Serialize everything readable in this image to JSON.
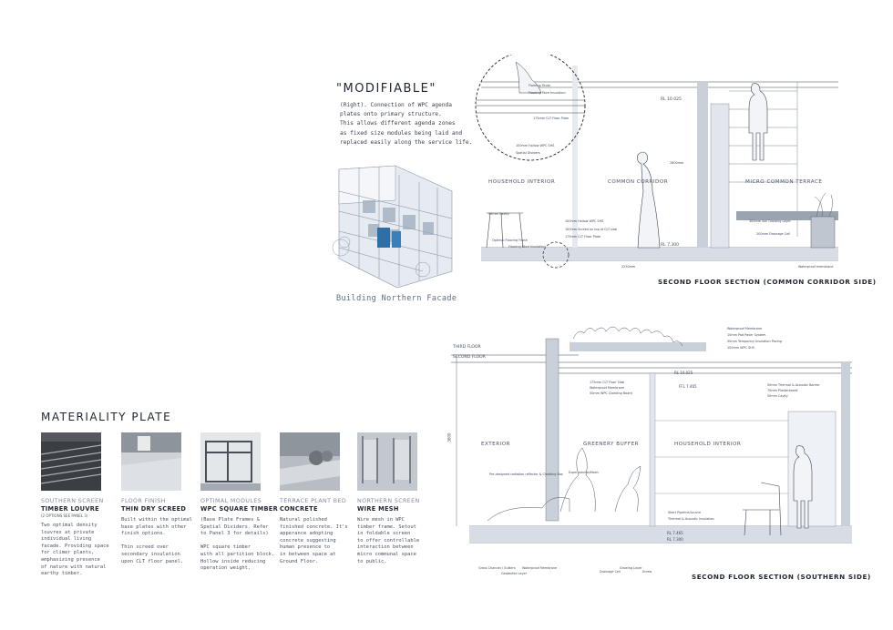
{
  "modifiable": {
    "title": "\"MODIFIABLE\"",
    "lines": [
      "(Right). Connection of WPC agenda",
      "plates onto primary structure.",
      "This allows different agenda zones",
      "as fixed size modules being laid and",
      "replaced easily along the service life."
    ]
  },
  "facade_caption": "Building Northern Facade",
  "corridor_section": {
    "title": "SECOND FLOOR SECTION  (COMMON CORRIDOR SIDE)",
    "zones": [
      "HOUSEHOLD INTERIOR",
      "COMMON CORRIDOR",
      "MICRO COMMON TERRACE"
    ],
    "levels": [
      "RL 10.025",
      "RL 7.300"
    ],
    "dims": [
      "2800mm",
      "2250mm"
    ],
    "notes": [
      "100mm Hollow WPC SHS",
      "100mm Screed on top of CLT slab",
      "175mm CLT Floor Plate",
      "Optimal Flooring Finish",
      "Flooring Fibre Insulation",
      "300mm Soil Growing Layer",
      "200mm Drainage Cell",
      "Waterproof membrane",
      "Flooring Finish",
      "Flooring Fibre Insulation",
      "175mm CLT Floor Plate",
      "Spatial Dividers",
      "100mm Hollow WPC SHS",
      "50mm Cavity"
    ]
  },
  "southern_section": {
    "title": "SECOND FLOOR SECTION  (SOUTHERN SIDE)",
    "zones": [
      "EXTERIOR",
      "GREENERY BUFFER",
      "HOUSEHOLD INTERIOR"
    ],
    "floors": [
      "THIRD FLOOR",
      "SECOND FLOOR"
    ],
    "levels": [
      "RL 10.025",
      "FFL 7.465",
      "RL 7.465",
      "RL 7.300"
    ],
    "dim": "3600",
    "notes": [
      "Waterproof Membrane",
      "10mm Pad Paver System",
      "50mm Temporary Insulation Paving",
      "100mm WPC SHS",
      "175mm CLT Floor Slab",
      "Waterproof Membrane",
      "50mm WPC Cladding Board",
      "Pre-designed radiation reflector & Cladding Box",
      "Experimental/Mesh",
      "Short Pipeline/Louvre",
      "Thermal & Acoustic Insulation",
      "50mm Thermal & Acoustic Barrier",
      "70mm Plasterboard",
      "50mm Cavity",
      "Grass Channel / Gutters",
      "Waterproof Membrane",
      "Drainage Cell",
      "Growing Layer",
      "Geotextile Layer",
      "Screw"
    ]
  },
  "materiality": {
    "title": "MATERIALITY PLATE",
    "items": [
      {
        "category": "SOUTHERN SCREEN",
        "name": "TIMBER LOUVRE",
        "note": "(2 OPTIONS SEE PANEL 3)",
        "desc": [
          "Two optimal density",
          "louvres at private",
          "individual living",
          "facade. Providing space",
          "for climer plants,",
          "emphasizing presence",
          "of nature with natural",
          "earthy timber."
        ]
      },
      {
        "category": "FLOOR FINISH",
        "name": "THIN DRY SCREED",
        "note": "",
        "desc": [
          "Built within the optimal",
          "base plates with other",
          "finish options.",
          "",
          "Thin screed over",
          "secondary insulation",
          "upon CLT floor panel."
        ]
      },
      {
        "category": "OPTIMAL MODULES",
        "name": "WPC SQUARE TIMBER",
        "note": "",
        "desc": [
          "(Base Plate Frames &",
          "Spatial Dividers. Refer",
          "to Panel 3 for details)",
          "",
          "WPC square timber",
          "with all partition block.",
          "Hollow inside reducing",
          "operation weight."
        ]
      },
      {
        "category": "TERRACE PLANT BED",
        "name": "CONCRETE",
        "note": "",
        "desc": [
          "Natural polished",
          "finished concrete. It's",
          "apperance adopting",
          "concrete suggesting",
          "human presence to",
          "in between space at",
          "Ground Floor."
        ]
      },
      {
        "category": "NORTHERN SCREEN",
        "name": "WIRE MESH",
        "note": "",
        "desc": [
          "Wire mesh in WPC",
          "timber frame. Setout",
          "in foldable screen",
          "to offer controllable",
          "interaction between",
          "micro communal space",
          "to public."
        ]
      }
    ]
  }
}
